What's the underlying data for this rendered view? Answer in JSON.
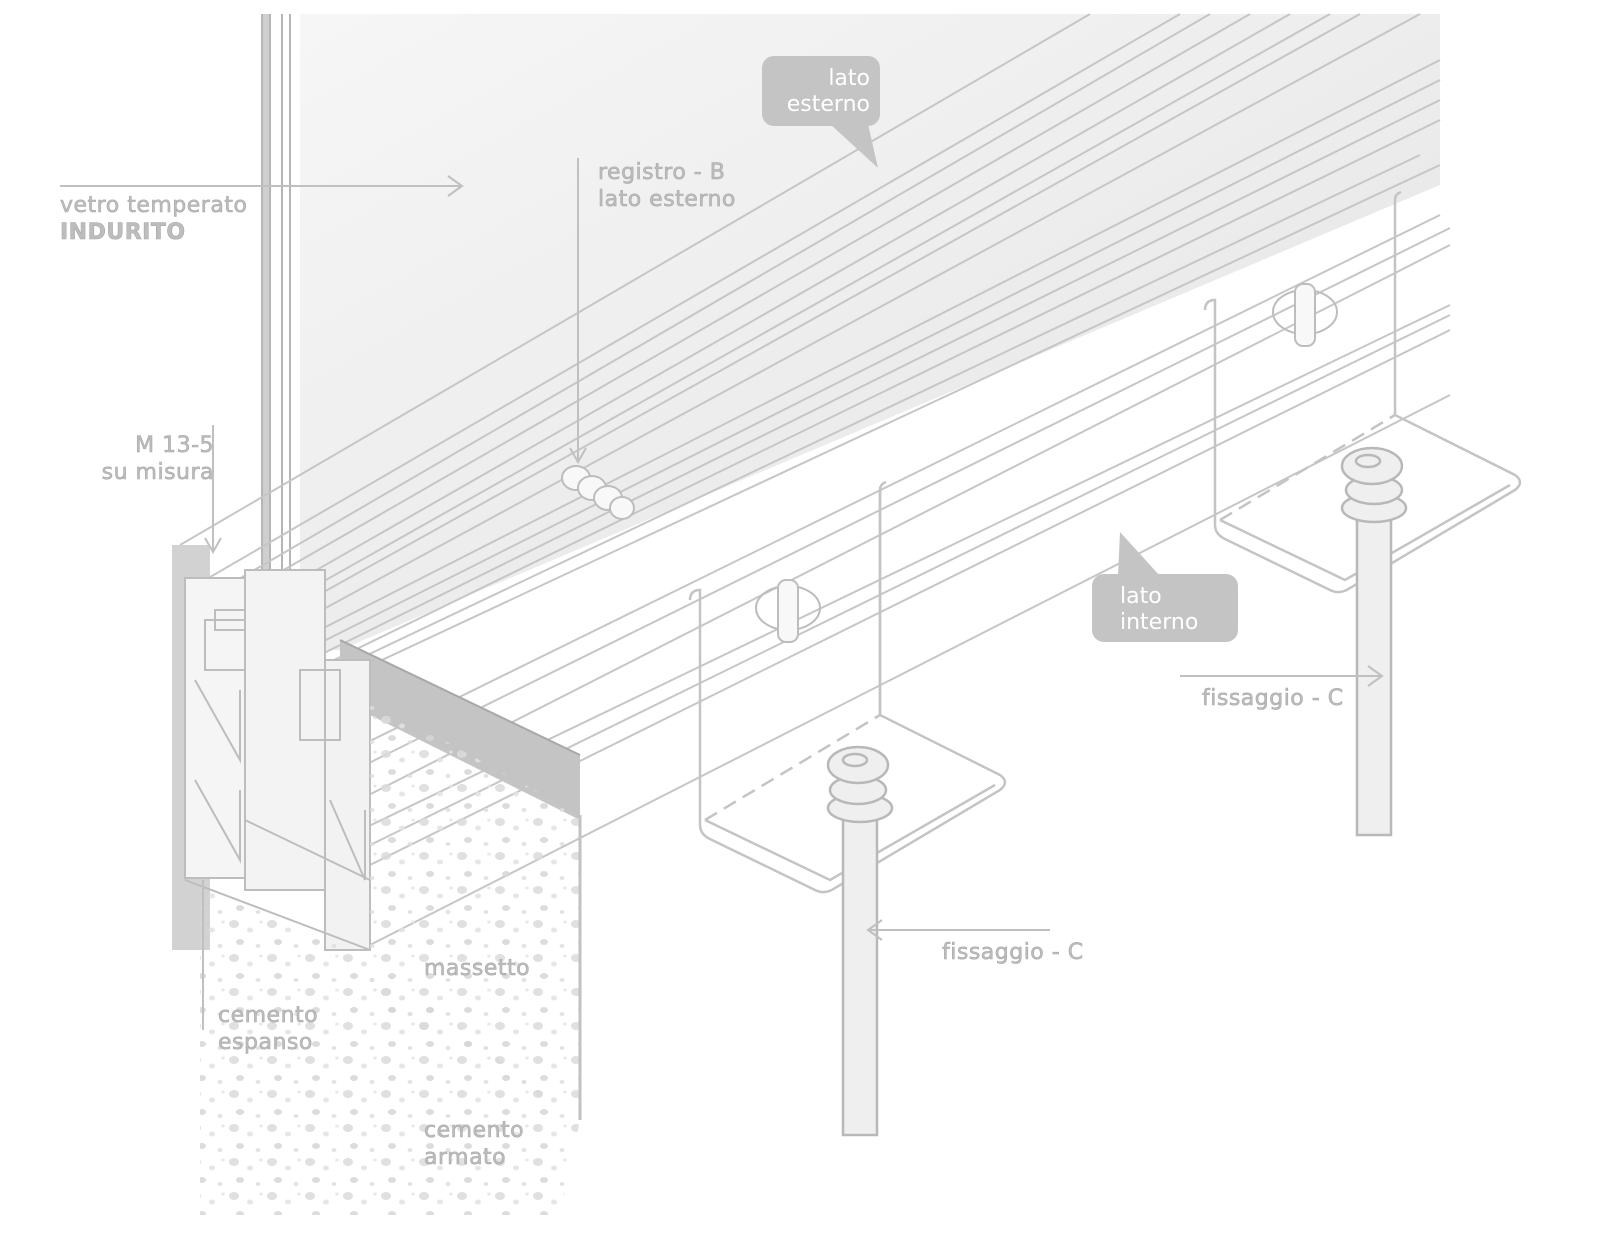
{
  "labels": {
    "vetro_line1": "vetro temperato",
    "vetro_line2": "INDURITO",
    "registro_line1": "registro - B",
    "registro_line2": "lato esterno",
    "m135_line1": "M 13-5",
    "m135_line2": "su misura",
    "massetto": "massetto",
    "cemento_espanso_line1": "cemento",
    "cemento_espanso_line2": "espanso",
    "cemento_armato_line1": "cemento",
    "cemento_armato_line2": "armato",
    "fissaggio_right": "fissaggio - C",
    "fissaggio_bottom": "fissaggio - C"
  },
  "bubbles": {
    "esterno_line1": "lato",
    "esterno_line2": "esterno",
    "interno_line1": "lato",
    "interno_line2": "interno"
  },
  "colors": {
    "line": "#c8c8c8",
    "bubble": "#c4c4c4",
    "label": "#bdbdbd",
    "glass": "#ececec"
  }
}
